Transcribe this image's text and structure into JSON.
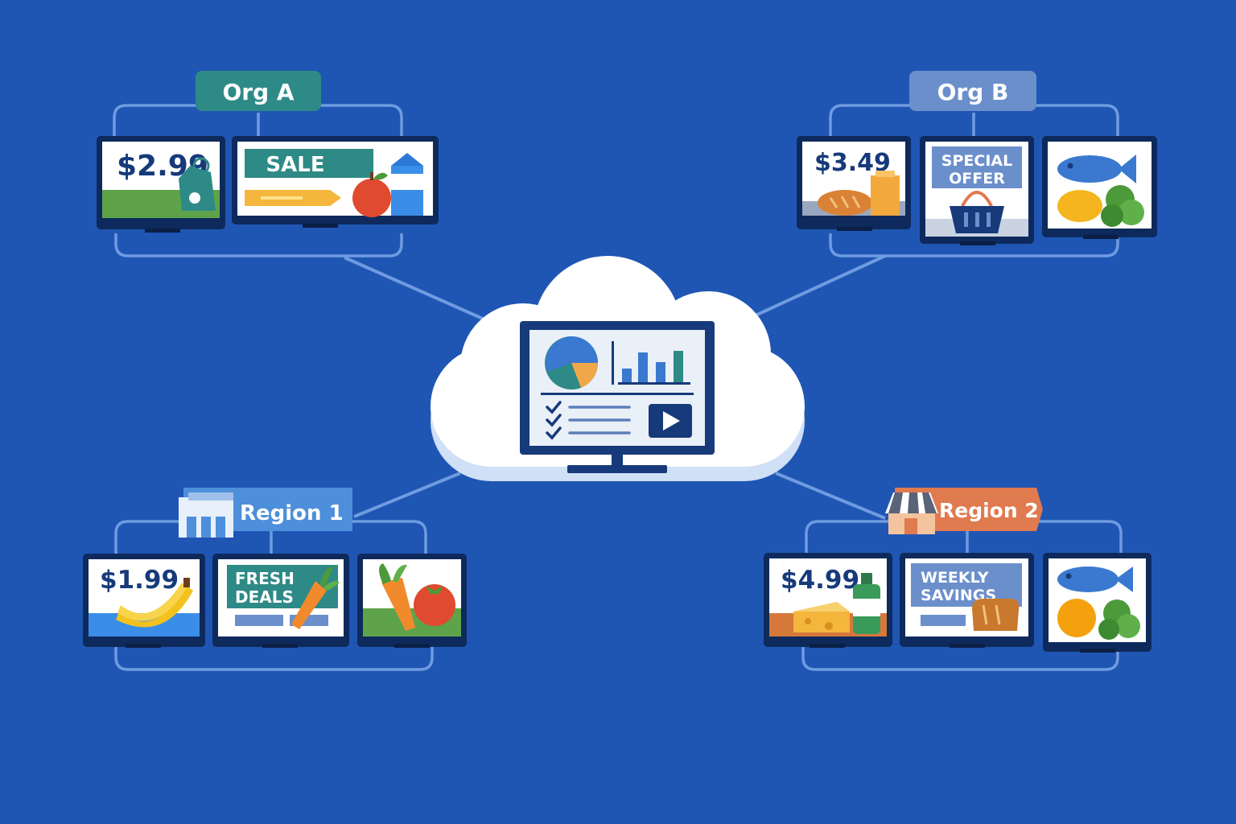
{
  "groups": {
    "org_a": {
      "label": "Org A",
      "price": "$2.99",
      "sale": "SALE"
    },
    "org_b": {
      "label": "Org B",
      "price": "$3.49",
      "offer_line1": "SPECIAL",
      "offer_line2": "OFFER"
    },
    "region_1": {
      "label": "Region 1",
      "price": "$1.99",
      "deals_line1": "FRESH",
      "deals_line2": "DEALS"
    },
    "region_2": {
      "label": "Region 2",
      "price": "$4.99",
      "savings_line1": "WEEKLY",
      "savings_line2": "SAVINGS"
    }
  },
  "icons": [
    "cloud-icon",
    "monitor-icon",
    "pie-chart-icon",
    "bar-chart-icon",
    "checklist-icon",
    "play-icon",
    "price-tag-icon",
    "apple-icon",
    "milk-carton-icon",
    "bread-icon",
    "juice-box-icon",
    "shopping-basket-icon",
    "fish-icon",
    "lemon-icon",
    "lettuce-icon",
    "banana-icon",
    "carrot-icon",
    "tomato-icon",
    "cheese-icon",
    "bottle-icon",
    "orange-icon",
    "warehouse-icon",
    "storefront-icon"
  ],
  "colors": {
    "background": "#1f56b4",
    "org_a_tag": "#2e8a87",
    "org_b_tag": "#6b8fcb",
    "region_1_tag": "#4d8fdb",
    "region_2_tag": "#e07a4f",
    "screen_frame": "#0e2a5c",
    "connector": "#6f9be0"
  }
}
